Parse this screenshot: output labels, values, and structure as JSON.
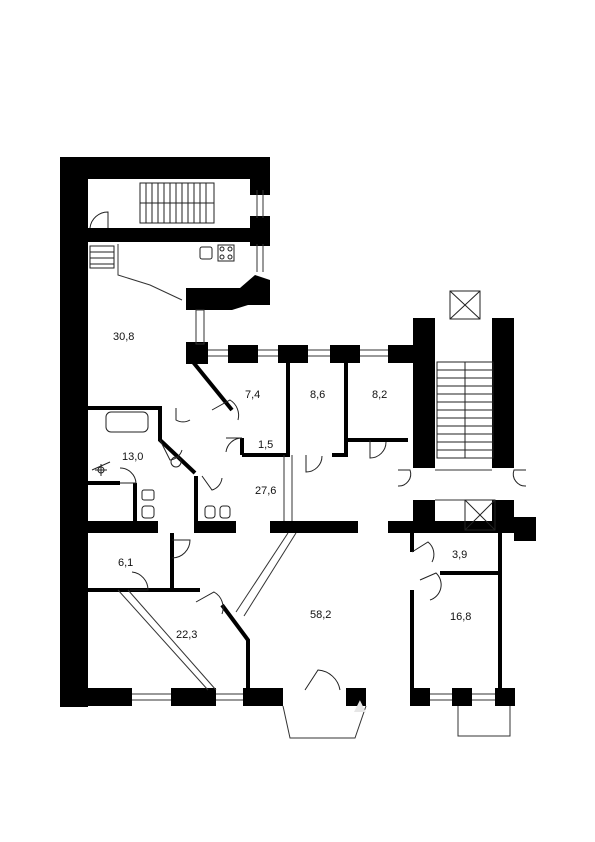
{
  "plan": {
    "rooms": [
      {
        "id": "room-1",
        "area": "30,8"
      },
      {
        "id": "room-2",
        "area": "7,4"
      },
      {
        "id": "room-3",
        "area": "8,6"
      },
      {
        "id": "room-4",
        "area": "8,2"
      },
      {
        "id": "room-5",
        "area": "1,5"
      },
      {
        "id": "room-6",
        "area": "13,0"
      },
      {
        "id": "room-7",
        "area": "27,6"
      },
      {
        "id": "room-8",
        "area": "6,1"
      },
      {
        "id": "room-9",
        "area": "22,3"
      },
      {
        "id": "room-10",
        "area": "58,2"
      },
      {
        "id": "room-11",
        "area": "3,9"
      },
      {
        "id": "room-12",
        "area": "16,8"
      }
    ],
    "colors": {
      "wall": "#000000",
      "line": "#111111",
      "background": "#ffffff"
    },
    "icons": [
      "stair-icon",
      "door-icon",
      "window-icon",
      "bathtub-icon",
      "stove-icon",
      "sink-icon",
      "toilet-icon",
      "ventilation-shaft-icon",
      "lamp-icon"
    ]
  }
}
